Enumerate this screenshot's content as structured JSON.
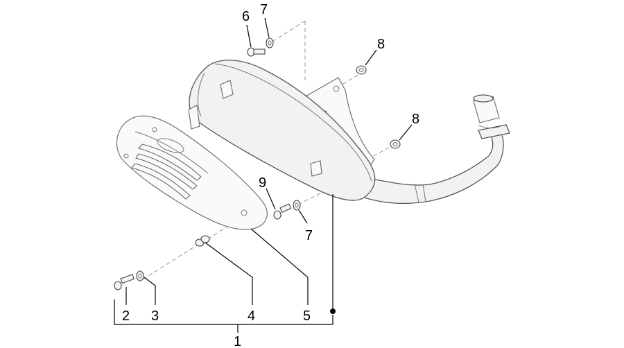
{
  "callouts": {
    "c1": "1",
    "c2": "2",
    "c3": "3",
    "c4": "4",
    "c5": "5",
    "c6": "6",
    "c7_top": "7",
    "c7_mid": "7",
    "c8_top": "8",
    "c8_mid": "8",
    "c9": "9"
  }
}
